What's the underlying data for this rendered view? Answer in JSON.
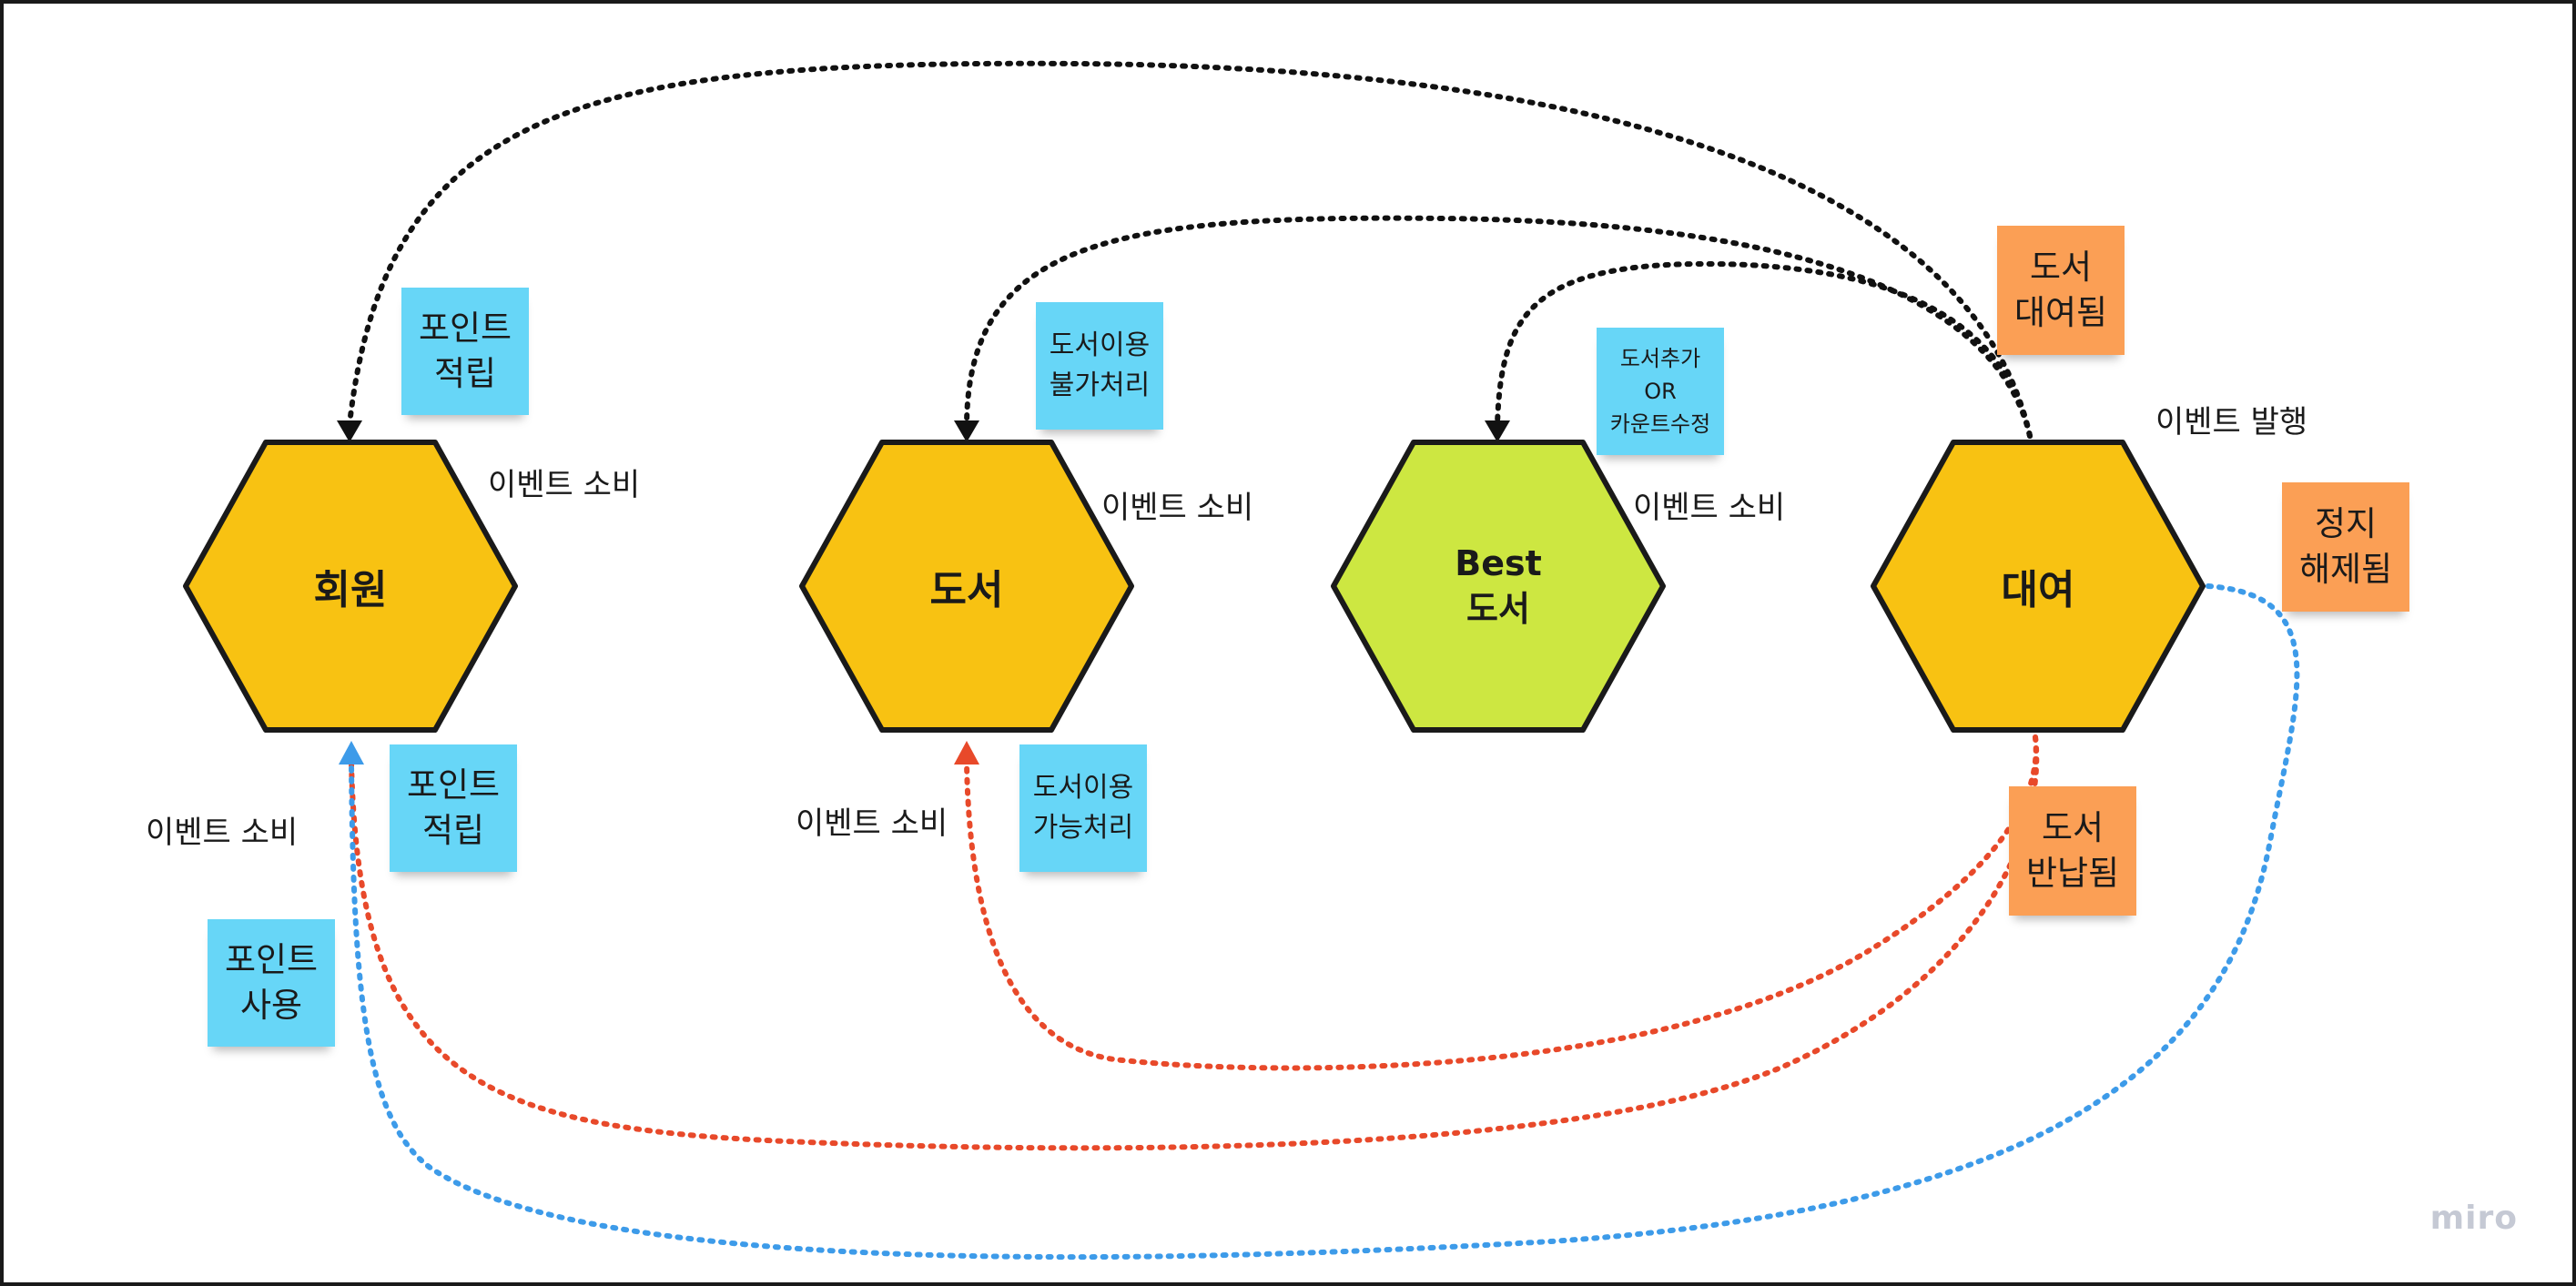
{
  "nodes": {
    "member": {
      "label": "회원",
      "fill": "#f8c212"
    },
    "book": {
      "label": "도서",
      "fill": "#f8c212"
    },
    "best": {
      "label": "Best\n도서",
      "fill": "#cde741"
    },
    "rental": {
      "label": "대여",
      "fill": "#f8c212"
    }
  },
  "notes": {
    "member_point_top": "포인트\n적립",
    "member_point_bottom": "포인트\n적립",
    "member_point_use": "포인트\n사용",
    "book_unavailable": "도서이용\n불가처리",
    "book_available": "도서이용\n가능처리",
    "best_update": "도서추가\nOR\n카운트수정",
    "rental_rented": "도서\n대여됨",
    "rental_suspend_lifted": "정지\n해제됨",
    "rental_returned": "도서\n반납됨"
  },
  "labels": {
    "member_consume_top": "이벤트 소비",
    "member_consume_bottom": "이벤트 소비",
    "book_consume_top": "이벤트 소비",
    "book_consume_bottom": "이벤트 소비",
    "best_consume": "이벤트 소비",
    "rental_publish": "이벤트 발행"
  },
  "colors": {
    "rented_flow": "#111111",
    "returned_flow": "#e8492a",
    "suspend_lifted_flow": "#3d9be9",
    "blue_note": "#67d6f7",
    "orange_note": "#fb9f55"
  },
  "watermark": "miro"
}
